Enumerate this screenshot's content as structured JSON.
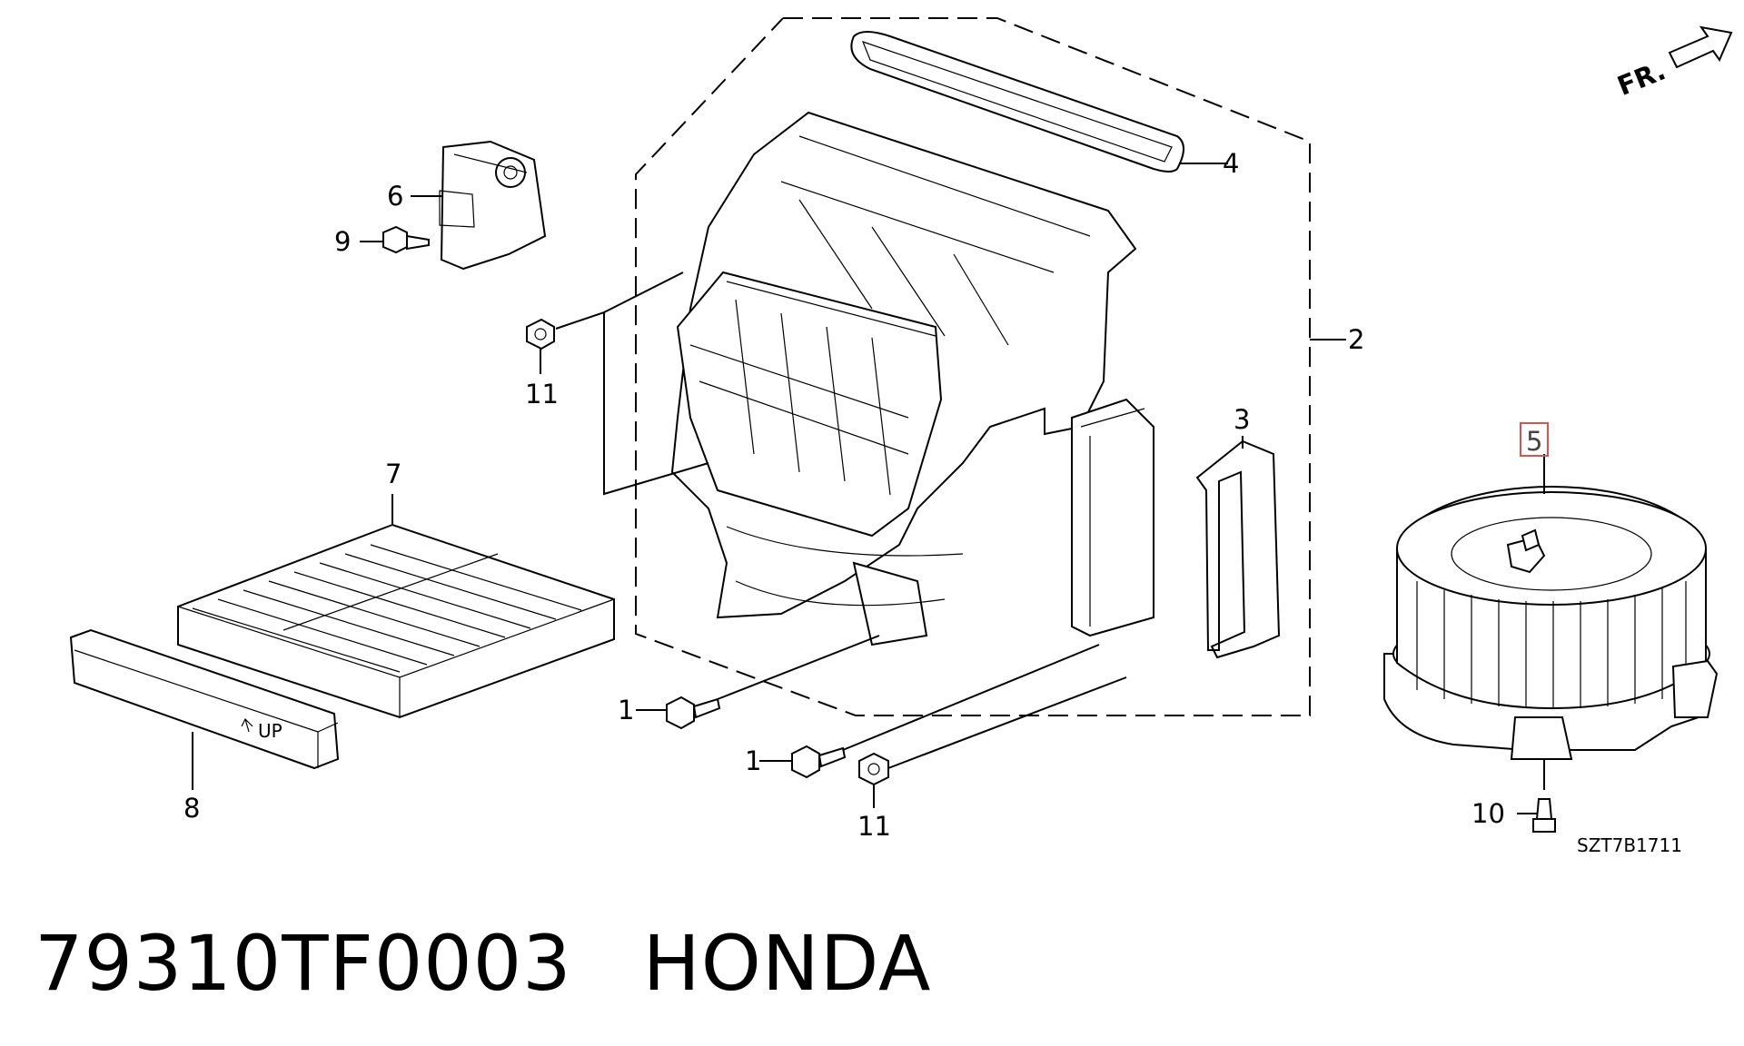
{
  "diagram": {
    "direction_marker": "FR.",
    "diagram_code": "SZT7B1711",
    "callouts": {
      "c1a": "1",
      "c1b": "1",
      "c2": "2",
      "c3": "3",
      "c4": "4",
      "c5": "5",
      "c6": "6",
      "c7": "7",
      "c8": "8",
      "c9": "9",
      "c10": "10",
      "c11a": "11",
      "c11b": "11"
    },
    "panel_text": "UP",
    "highlight_color": "#d9534f"
  },
  "footer": {
    "part_number": "79310TF0003",
    "brand": "HONDA"
  }
}
